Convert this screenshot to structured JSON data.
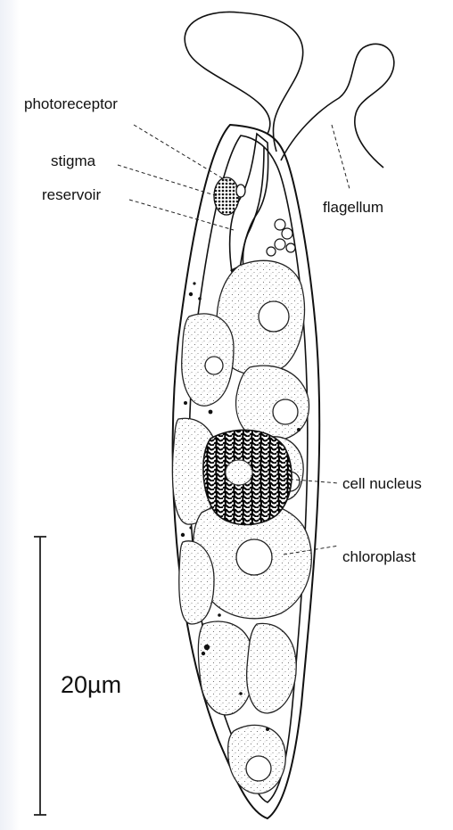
{
  "labels": {
    "photoreceptor": "photoreceptor",
    "stigma": "stigma",
    "reservoir": "reservoir",
    "flagellum": "flagellum",
    "cell_nucleus": "cell nucleus",
    "chloroplast": "chloroplast"
  },
  "scale_bar": {
    "label": "20µm"
  }
}
